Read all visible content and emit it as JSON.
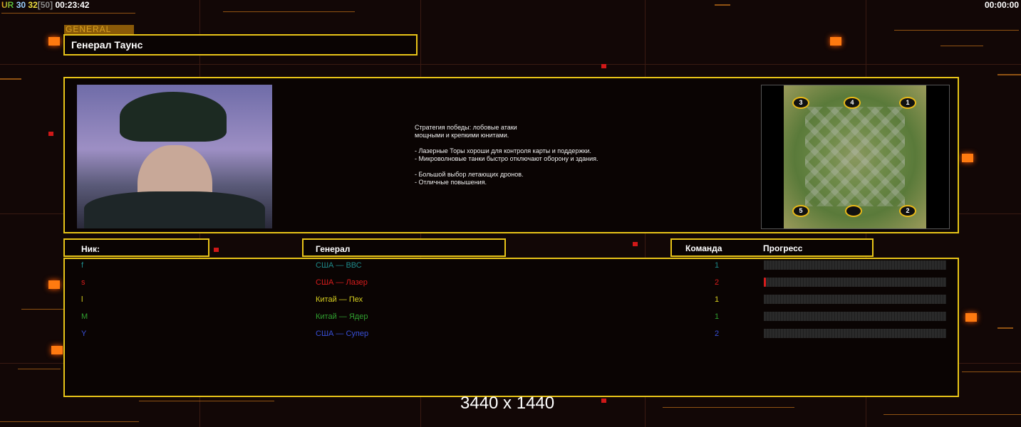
{
  "hud": {
    "ur": "UR",
    "fps1": "30",
    "fps2": "32",
    "cap": "[50]",
    "time": "00:23:42",
    "clock": "00:00:00"
  },
  "general": {
    "tag": "GENERAL",
    "name": "Генерал Таунс"
  },
  "description": {
    "lines": [
      "Стратегия победы: лобовые атаки",
      "мощными и крепкими юнитами.",
      "",
      "- Лазерные Торы хороши для контроля карты и поддержки.",
      "- Микроволновые танки быстро отключают оборону и здания.",
      "",
      "- Большой выбор летающих дронов.",
      "- Отличные повышения."
    ]
  },
  "map": {
    "markers": [
      "3",
      "4",
      "1",
      "5",
      "",
      "2"
    ]
  },
  "table": {
    "headers": {
      "nick": "Ник:",
      "general": "Генерал",
      "team": "Команда",
      "progress": "Прогресс"
    },
    "rows": [
      {
        "nick": "f",
        "general": "США — ВВС",
        "team": "1",
        "progress": 0,
        "color": "#1e8a8a"
      },
      {
        "nick": "s",
        "general": "США — Лазер",
        "team": "2",
        "progress": 0.01,
        "color": "#d81c1c"
      },
      {
        "nick": "l",
        "general": "Китай — Пех",
        "team": "1",
        "progress": 0,
        "color": "#d8d020"
      },
      {
        "nick": "M",
        "general": "Китай — Ядер",
        "team": "1",
        "progress": 0,
        "color": "#30a030"
      },
      {
        "nick": "Y",
        "general": "США — Супер",
        "team": "2",
        "progress": 0,
        "color": "#3850d8"
      }
    ]
  },
  "resolution": "3440 x 1440"
}
